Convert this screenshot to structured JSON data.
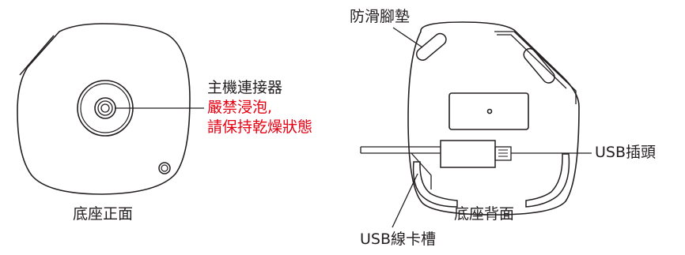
{
  "colors": {
    "line": "#231f20",
    "warning": "#e60012",
    "background": "#ffffff"
  },
  "front": {
    "caption": "底座正面",
    "connector_label": "主機連接器",
    "warning_line1": "嚴禁浸泡,",
    "warning_line2": "請保持乾燥狀態"
  },
  "back": {
    "caption": "底座背面",
    "feet_label": "防滑腳墊",
    "usb_plug_label": "USB插頭",
    "usb_slot_label": "USB線卡槽"
  }
}
